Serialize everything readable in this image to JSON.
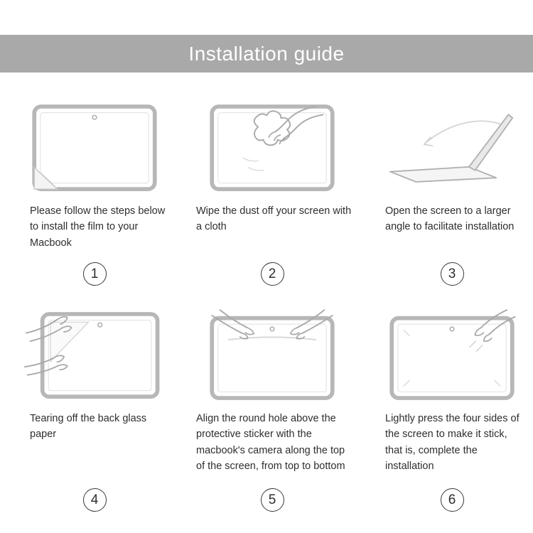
{
  "colors": {
    "header_bg": "#a9a9a9",
    "line_art_gray": "#b3b3b3",
    "hand_gray": "#a9a9a9",
    "text": "#2e2e2e"
  },
  "header": {
    "title": "Installation guide"
  },
  "steps": [
    {
      "num": "1",
      "caption": "Please follow the steps below to install the film to your Macbook",
      "illustration": "macbook-screen-with-peeling-film-corner"
    },
    {
      "num": "2",
      "caption": "Wipe the dust off your screen with a cloth",
      "illustration": "hand-wiping-screen-with-cloth"
    },
    {
      "num": "3",
      "caption": "Open the screen to a larger angle to facilitate installation",
      "illustration": "laptop-opened-to-wide-angle"
    },
    {
      "num": "4",
      "caption": "Tearing off the back glass paper",
      "illustration": "hands-tearing-off-back-paper"
    },
    {
      "num": "5",
      "caption": "Align the round hole above the protective sticker with the macbook's camera along the top of the screen, from top to bottom",
      "illustration": "hands-aligning-film-with-camera"
    },
    {
      "num": "6",
      "caption": "Lightly press the four sides of the screen to make it stick, that is, complete the installation",
      "illustration": "hand-pressing-screen-edges"
    }
  ]
}
